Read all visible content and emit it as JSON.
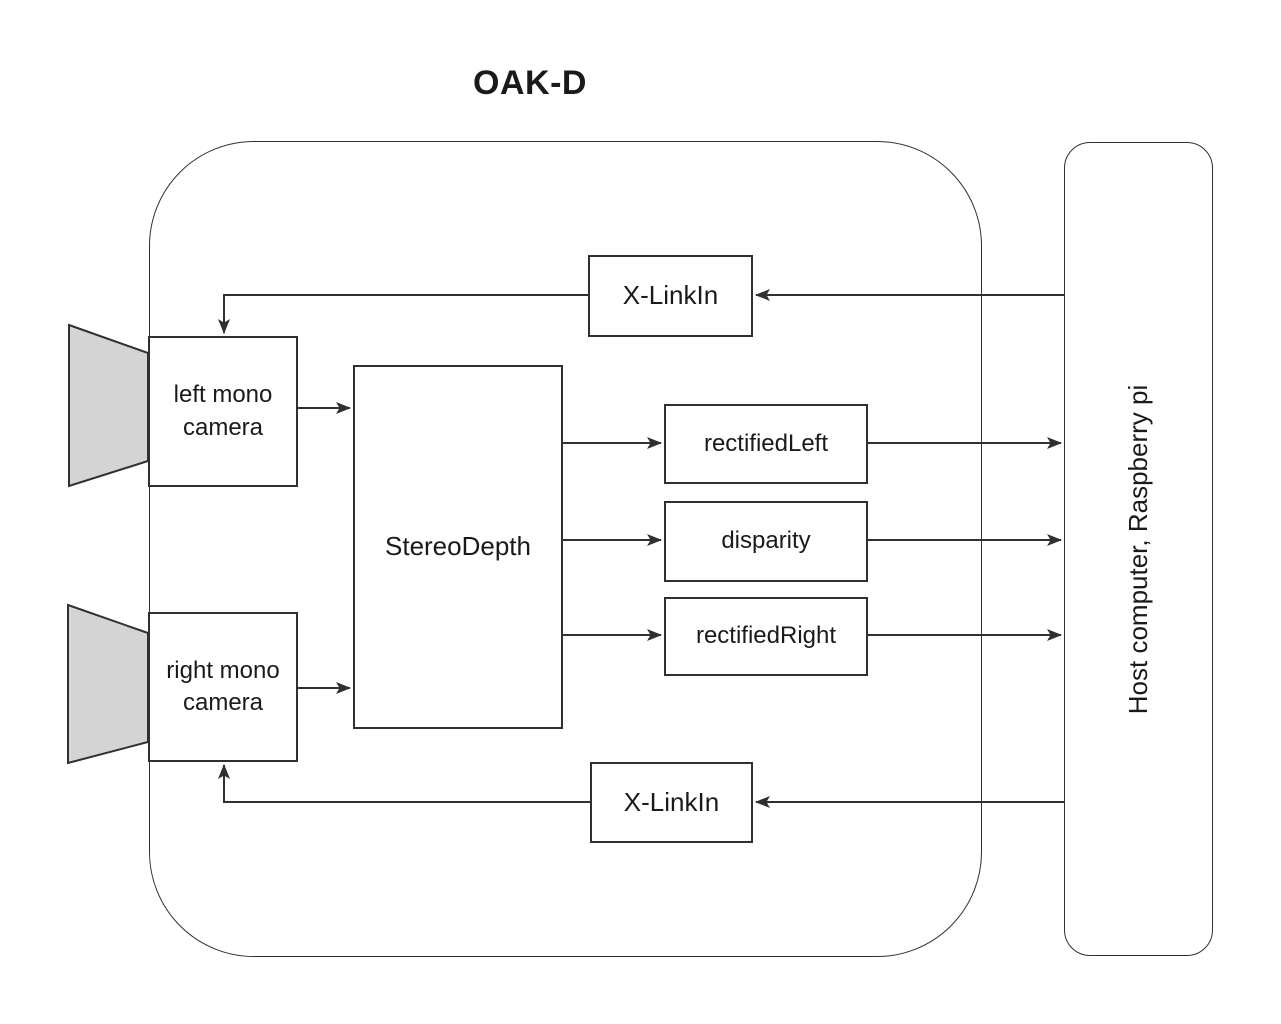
{
  "title": "OAK-D",
  "colors": {
    "line": "#303030",
    "text": "#1a1a1a",
    "camera_lens_fill": "#d4d4d4",
    "background": "#ffffff"
  },
  "nodes": {
    "left_camera": {
      "label": "left mono camera"
    },
    "right_camera": {
      "label": "right mono camera"
    },
    "stereo_depth": {
      "label": "StereoDepth"
    },
    "rectified_left": {
      "label": "rectifiedLeft"
    },
    "disparity": {
      "label": "disparity"
    },
    "rectified_right": {
      "label": "rectifiedRight"
    },
    "xlink_in_top": {
      "label": "X-LinkIn"
    },
    "xlink_in_bottom": {
      "label": "X-LinkIn"
    },
    "host": {
      "label": "Host computer, Raspberry pi"
    }
  },
  "edges": [
    {
      "from": "left mono camera",
      "to": "StereoDepth"
    },
    {
      "from": "right mono camera",
      "to": "StereoDepth"
    },
    {
      "from": "StereoDepth",
      "to": "rectifiedLeft"
    },
    {
      "from": "StereoDepth",
      "to": "disparity"
    },
    {
      "from": "StereoDepth",
      "to": "rectifiedRight"
    },
    {
      "from": "rectifiedLeft",
      "to": "Host computer, Raspberry pi"
    },
    {
      "from": "disparity",
      "to": "Host computer, Raspberry pi"
    },
    {
      "from": "rectifiedRight",
      "to": "Host computer, Raspberry pi"
    },
    {
      "from": "Host computer, Raspberry pi",
      "to": "X-LinkIn (top)"
    },
    {
      "from": "X-LinkIn (top)",
      "to": "left mono camera"
    },
    {
      "from": "Host computer, Raspberry pi",
      "to": "X-LinkIn (bottom)"
    },
    {
      "from": "X-LinkIn (bottom)",
      "to": "right mono camera"
    }
  ]
}
